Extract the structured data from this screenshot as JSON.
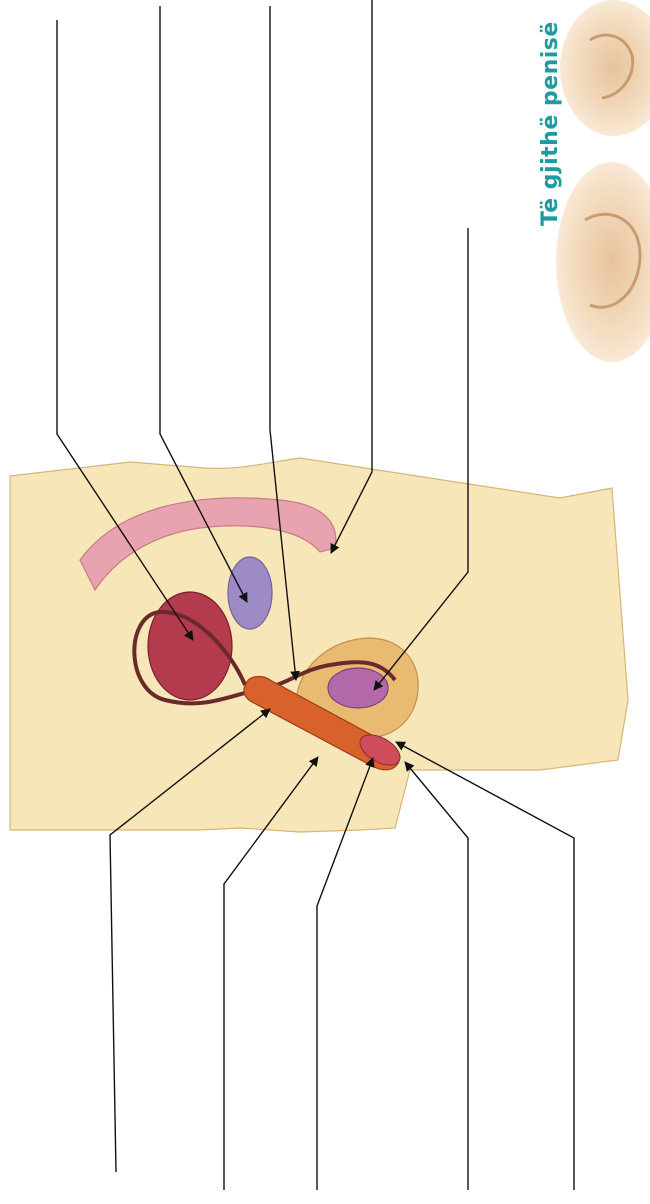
{
  "caption": "Të gjithë penisë",
  "colors": {
    "skin": "#f7e6b8",
    "skin_shadow": "#efd49c",
    "bladder": "#b43a4e",
    "rectum_pink": "#e7a3b0",
    "pubic_bone": "#9c8bc4",
    "urethra": "#d9612c",
    "testis": "#b46aa8",
    "scrotum": "#e9bb72",
    "caption": "#1f9aa0",
    "line": "#111111"
  },
  "icons": [
    "penis-thumbnail-1-icon",
    "penis-thumbnail-2-icon"
  ],
  "label_lines": {
    "top": [
      {
        "name": "label-line-bladder"
      },
      {
        "name": "label-line-seminal-vesicle"
      },
      {
        "name": "label-line-vas-deferens"
      },
      {
        "name": "label-line-anus"
      },
      {
        "name": "label-line-testis"
      }
    ],
    "bottom": [
      {
        "name": "label-line-prostate"
      },
      {
        "name": "label-line-urethra"
      },
      {
        "name": "label-line-glans"
      },
      {
        "name": "label-line-foreskin"
      },
      {
        "name": "label-line-scrotum"
      }
    ]
  }
}
